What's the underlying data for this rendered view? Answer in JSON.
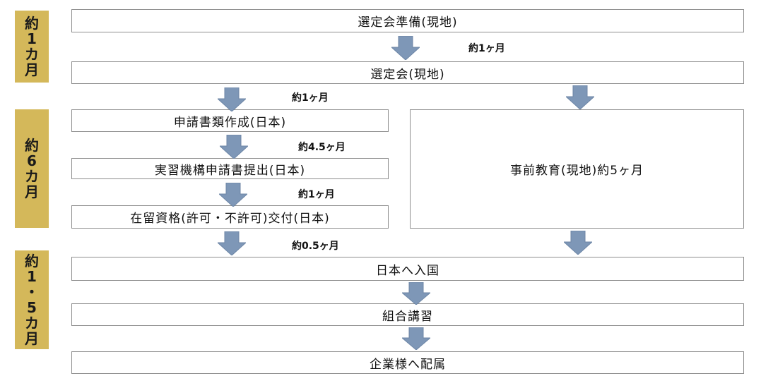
{
  "phase_labels": {
    "p1": [
      "約",
      "1",
      "カ",
      "月"
    ],
    "p2": [
      "約",
      "6",
      "カ",
      "月"
    ],
    "p3": [
      "約",
      "1",
      "・",
      "5",
      "カ",
      "月"
    ]
  },
  "boxes": {
    "senteikai_junbi": "選定会準備(現地)",
    "senteikai": "選定会(現地)",
    "shinsei_shorui": "申請書類作成(日本)",
    "jisshu_kikou": "実習機構申請書提出(日本)",
    "zairyu_shikaku": "在留資格(許可・不許可)交付(日本)",
    "jizen_kyouiku": "事前教育(現地)約5ヶ月",
    "nyukoku": "日本へ入国",
    "kumiai_koushu": "組合講習",
    "kigyou_haizoku": "企業様へ配属"
  },
  "durations": {
    "d1": "約1ヶ月",
    "d2": "約1ヶ月",
    "d3": "約4.5ヶ月",
    "d4": "約1ヶ月",
    "d5": "約0.5ヶ月"
  },
  "colors": {
    "phase_bg": "#d4b85a",
    "arrow_fill": "#7e97b7",
    "box_border": "#8e8e8e"
  }
}
